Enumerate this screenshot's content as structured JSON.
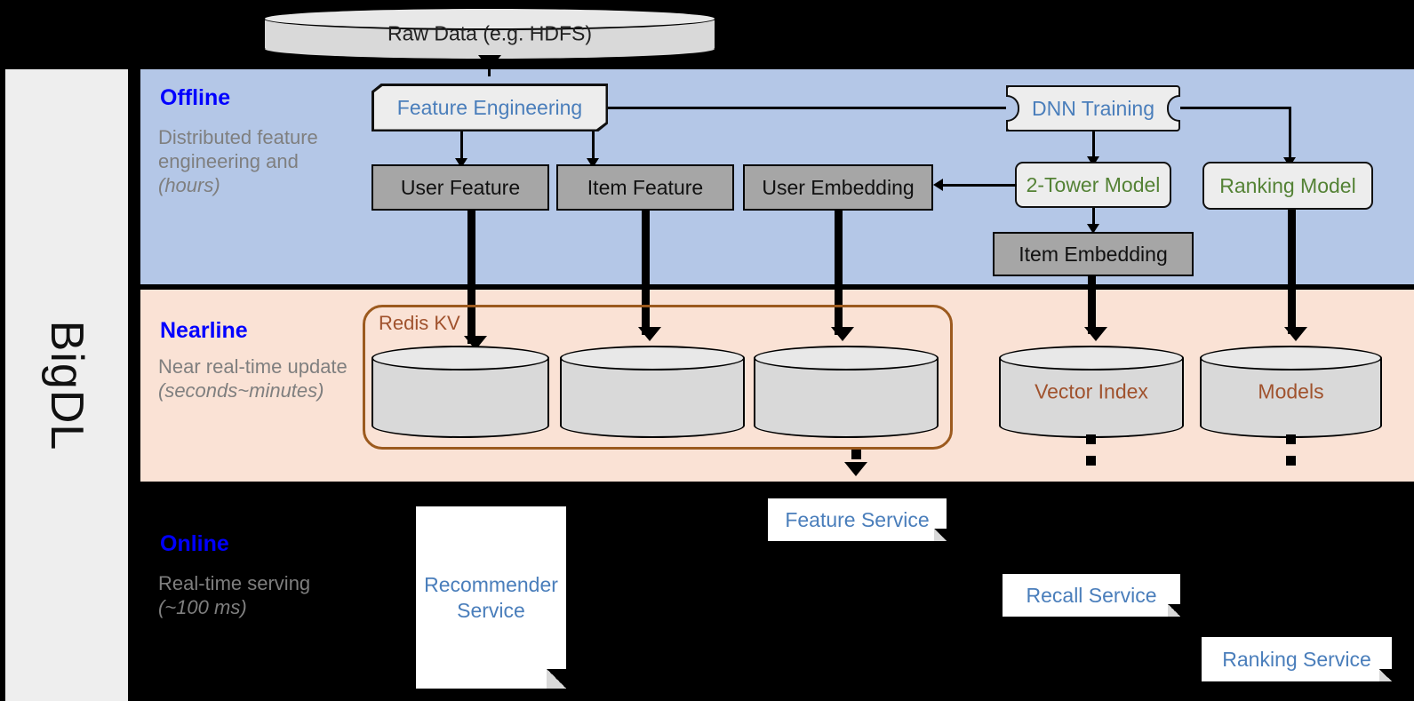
{
  "framework": {
    "name": "BigDL"
  },
  "source": {
    "label": "Raw Data (e.g. HDFS)"
  },
  "bands": [
    {
      "id": "offline",
      "title": "Offline",
      "subtitle_plain": "Distributed feature engineering and ",
      "subtitle_italic": "(hours)",
      "color": "#b4c7e7",
      "title_color": "#0000ff"
    },
    {
      "id": "nearline",
      "title": "Nearline",
      "subtitle_plain": "Near real-time update ",
      "subtitle_italic": "(seconds~minutes)",
      "color": "#fae2d5",
      "title_color": "#0000ff"
    },
    {
      "id": "online",
      "title": "Online",
      "subtitle_plain": "Real-time serving ",
      "subtitle_italic": "(~100 ms)",
      "color": "#000000",
      "title_color": "#0000ff"
    }
  ],
  "offline": {
    "feature_engineering": "Feature Engineering",
    "dnn_training": "DNN Training",
    "user_feature": "User Feature",
    "item_feature": "Item Feature",
    "user_embedding": "User Embedding",
    "item_embedding": "Item Embedding",
    "two_tower_model": "2-Tower Model",
    "ranking_model": "Ranking Model"
  },
  "nearline": {
    "redis_kv": "Redis KV",
    "vector_index": "Vector Index",
    "models": "Models"
  },
  "online": {
    "recommender_service": "Recommender Service",
    "feature_service": "Feature Service",
    "recall_service": "Recall Service",
    "ranking_service": "Ranking Service"
  },
  "colors": {
    "offline_band": "#b4c7e7",
    "nearline_band": "#fae2d5",
    "online_band": "#000000",
    "sidebar": "#eeeeee",
    "blue_text": "#4a7ebb",
    "green_text": "#548235",
    "brown_text": "#a0522d",
    "gray_box": "#a6a6a6",
    "light_box": "#ededed",
    "band_title": "#0000ff",
    "band_subtitle": "#7f7f7f"
  }
}
